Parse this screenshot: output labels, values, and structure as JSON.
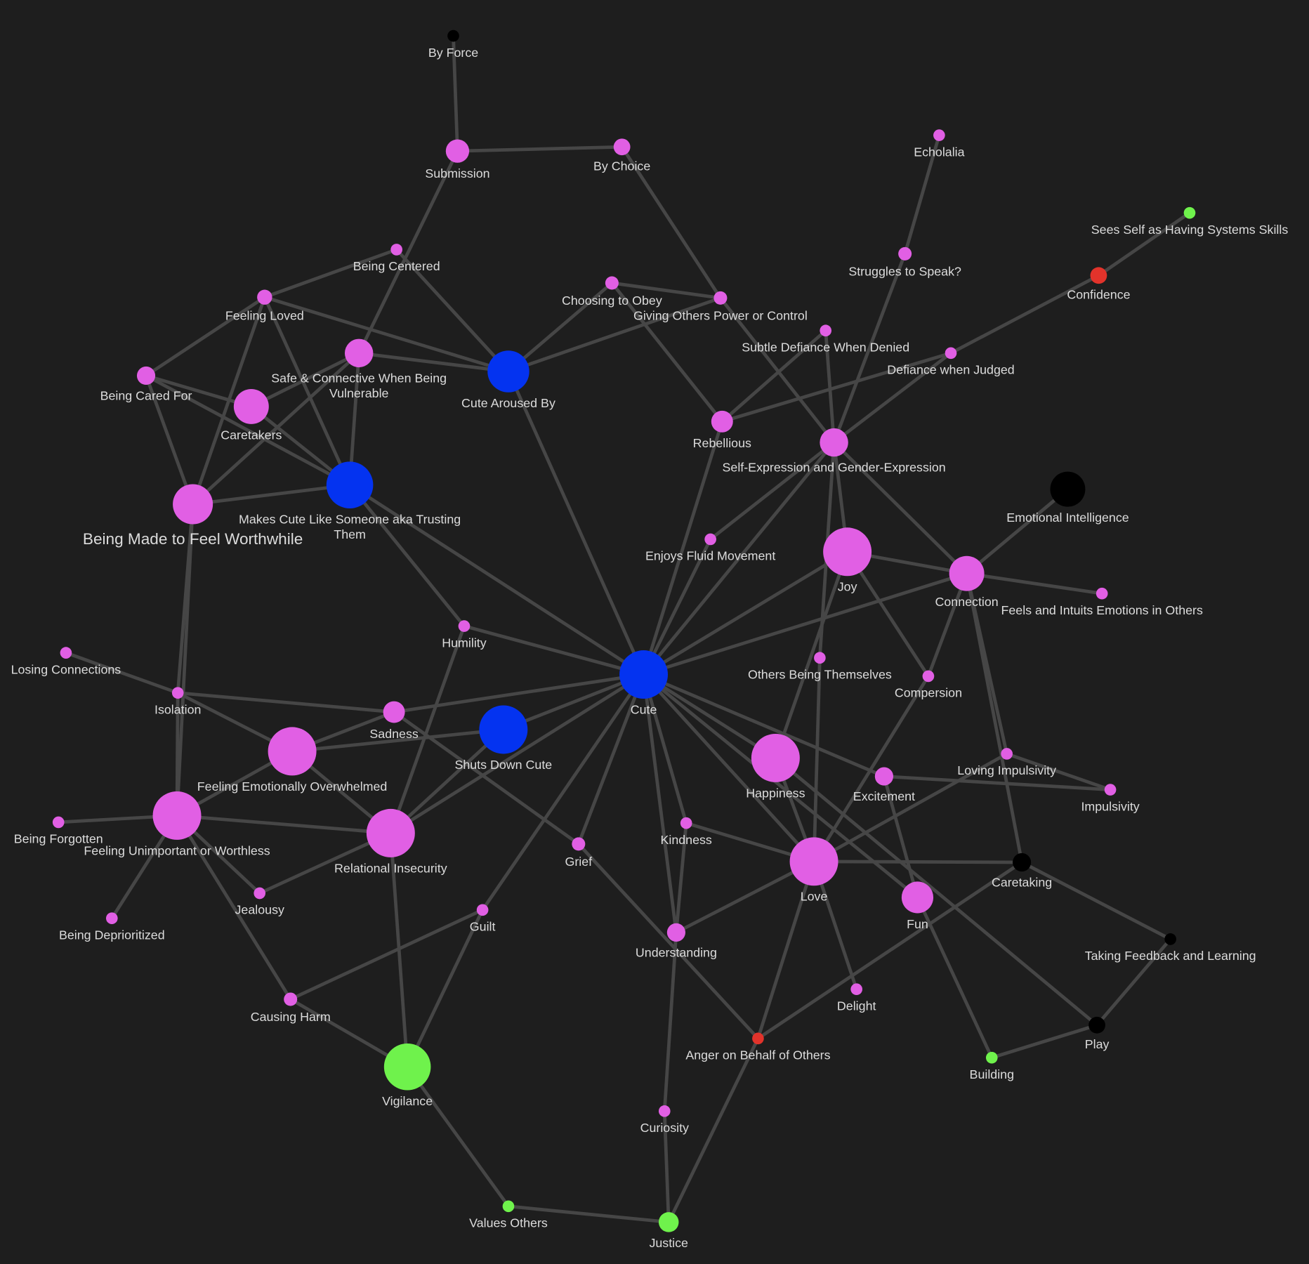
{
  "graph": {
    "colors": {
      "pink": "#e15fe4",
      "blue": "#0433f0",
      "green": "#6ff24c",
      "red": "#e2332b",
      "black": "#000000",
      "edge": "#464646",
      "label": "#dcdcdc",
      "background": "#1e1e1e"
    },
    "nodes": [
      {
        "id": "byforce",
        "label": "By Force",
        "color": "black"
      },
      {
        "id": "submission",
        "label": "Submission",
        "color": "pink"
      },
      {
        "id": "bychoice",
        "label": "By Choice",
        "color": "pink"
      },
      {
        "id": "echolalia",
        "label": "Echolalia",
        "color": "pink"
      },
      {
        "id": "seesself",
        "label": "Sees Self as Having Systems Skills",
        "color": "green"
      },
      {
        "id": "struggles",
        "label": "Struggles to Speak?",
        "color": "pink"
      },
      {
        "id": "confidence",
        "label": "Confidence",
        "color": "red"
      },
      {
        "id": "centered",
        "label": "Being Centered",
        "color": "pink"
      },
      {
        "id": "obey",
        "label": "Choosing to Obey",
        "color": "pink"
      },
      {
        "id": "giving",
        "label": "Giving Others Power or Control",
        "color": "pink"
      },
      {
        "id": "loved",
        "label": "Feeling Loved",
        "color": "pink"
      },
      {
        "id": "subtle",
        "label": "Subtle Defiance When Denied",
        "color": "pink"
      },
      {
        "id": "judged",
        "label": "Defiance when Judged",
        "color": "pink"
      },
      {
        "id": "safe",
        "label": "Safe & Connective When Being Vulnerable",
        "color": "pink"
      },
      {
        "id": "aroused",
        "label": "Cute Aroused By",
        "color": "blue"
      },
      {
        "id": "caredfor",
        "label": "Being Cared For",
        "color": "pink"
      },
      {
        "id": "caretakers",
        "label": "Caretakers",
        "color": "pink"
      },
      {
        "id": "rebellious",
        "label": "Rebellious",
        "color": "pink"
      },
      {
        "id": "selfexpr",
        "label": "Self-Expression and Gender-Expression",
        "color": "pink"
      },
      {
        "id": "emoint",
        "label": "Emotional Intelligence",
        "color": "black"
      },
      {
        "id": "makescute",
        "label": "Makes Cute Like Someone aka Trusting Them",
        "color": "blue"
      },
      {
        "id": "worthwhile",
        "label": "Being Made to Feel Worthwhile",
        "color": "pink"
      },
      {
        "id": "fluid",
        "label": "Enjoys Fluid Movement",
        "color": "pink"
      },
      {
        "id": "joy",
        "label": "Joy",
        "color": "pink"
      },
      {
        "id": "connection",
        "label": "Connection",
        "color": "pink"
      },
      {
        "id": "feels",
        "label": "Feels and Intuits Emotions in Others",
        "color": "pink"
      },
      {
        "id": "humility",
        "label": "Humility",
        "color": "pink"
      },
      {
        "id": "losing",
        "label": "Losing Connections",
        "color": "pink"
      },
      {
        "id": "others",
        "label": "Others Being Themselves",
        "color": "pink"
      },
      {
        "id": "cute",
        "label": "Cute",
        "color": "blue"
      },
      {
        "id": "compersion",
        "label": "Compersion",
        "color": "pink"
      },
      {
        "id": "isolation",
        "label": "Isolation",
        "color": "pink"
      },
      {
        "id": "sadness",
        "label": "Sadness",
        "color": "pink"
      },
      {
        "id": "shutsdown",
        "label": "Shuts Down Cute",
        "color": "blue"
      },
      {
        "id": "overwhelmed",
        "label": "Feeling Emotionally Overwhelmed",
        "color": "pink"
      },
      {
        "id": "happiness",
        "label": "Happiness",
        "color": "pink"
      },
      {
        "id": "lovimp",
        "label": "Loving Impulsivity",
        "color": "pink"
      },
      {
        "id": "excitement",
        "label": "Excitement",
        "color": "pink"
      },
      {
        "id": "impulsivity",
        "label": "Impulsivity",
        "color": "pink"
      },
      {
        "id": "unimportant",
        "label": "Feeling Unimportant or Worthless",
        "color": "pink"
      },
      {
        "id": "insecurity",
        "label": "Relational Insecurity",
        "color": "pink"
      },
      {
        "id": "forgotten",
        "label": "Being Forgotten",
        "color": "pink"
      },
      {
        "id": "kindness",
        "label": "Kindness",
        "color": "pink"
      },
      {
        "id": "grief",
        "label": "Grief",
        "color": "pink"
      },
      {
        "id": "love",
        "label": "Love",
        "color": "pink"
      },
      {
        "id": "caretaking",
        "label": "Caretaking",
        "color": "black"
      },
      {
        "id": "jealousy",
        "label": "Jealousy",
        "color": "pink"
      },
      {
        "id": "fun",
        "label": "Fun",
        "color": "pink"
      },
      {
        "id": "deprioritized",
        "label": "Being Deprioritized",
        "color": "pink"
      },
      {
        "id": "guilt",
        "label": "Guilt",
        "color": "pink"
      },
      {
        "id": "understanding",
        "label": "Understanding",
        "color": "pink"
      },
      {
        "id": "feedback",
        "label": "Taking Feedback and Learning",
        "color": "black"
      },
      {
        "id": "delight",
        "label": "Delight",
        "color": "pink"
      },
      {
        "id": "harm",
        "label": "Causing Harm",
        "color": "pink"
      },
      {
        "id": "play",
        "label": "Play",
        "color": "black"
      },
      {
        "id": "anger",
        "label": "Anger on Behalf of Others",
        "color": "red"
      },
      {
        "id": "building",
        "label": "Building",
        "color": "green"
      },
      {
        "id": "vigilance",
        "label": "Vigilance",
        "color": "green"
      },
      {
        "id": "curiosity",
        "label": "Curiosity",
        "color": "pink"
      },
      {
        "id": "values",
        "label": "Values Others",
        "color": "green"
      },
      {
        "id": "justice",
        "label": "Justice",
        "color": "green"
      }
    ],
    "edges": [
      [
        "byforce",
        "submission"
      ],
      [
        "submission",
        "bychoice"
      ],
      [
        "submission",
        "safe"
      ],
      [
        "centered",
        "loved"
      ],
      [
        "centered",
        "aroused"
      ],
      [
        "loved",
        "caredfor"
      ],
      [
        "loved",
        "worthwhile"
      ],
      [
        "loved",
        "makescute"
      ],
      [
        "loved",
        "aroused"
      ],
      [
        "safe",
        "aroused"
      ],
      [
        "safe",
        "caretakers"
      ],
      [
        "safe",
        "worthwhile"
      ],
      [
        "safe",
        "makescute"
      ],
      [
        "caredfor",
        "caretakers"
      ],
      [
        "caredfor",
        "makescute"
      ],
      [
        "caredfor",
        "worthwhile"
      ],
      [
        "caretakers",
        "makescute"
      ],
      [
        "aroused",
        "obey"
      ],
      [
        "aroused",
        "giving"
      ],
      [
        "aroused",
        "cute"
      ],
      [
        "obey",
        "giving"
      ],
      [
        "obey",
        "rebellious"
      ],
      [
        "bychoice",
        "giving"
      ],
      [
        "giving",
        "selfexpr"
      ],
      [
        "rebellious",
        "subtle"
      ],
      [
        "rebellious",
        "judged"
      ],
      [
        "rebellious",
        "cute"
      ],
      [
        "subtle",
        "selfexpr"
      ],
      [
        "struggles",
        "selfexpr"
      ],
      [
        "echolalia",
        "struggles"
      ],
      [
        "selfexpr",
        "judged"
      ],
      [
        "judged",
        "confidence"
      ],
      [
        "confidence",
        "seesself"
      ],
      [
        "selfexpr",
        "fluid"
      ],
      [
        "selfexpr",
        "cute"
      ],
      [
        "selfexpr",
        "joy"
      ],
      [
        "selfexpr",
        "connection"
      ],
      [
        "selfexpr",
        "others"
      ],
      [
        "others",
        "love"
      ],
      [
        "joy",
        "happiness"
      ],
      [
        "joy",
        "compersion"
      ],
      [
        "joy",
        "cute"
      ],
      [
        "joy",
        "connection"
      ],
      [
        "connection",
        "cute"
      ],
      [
        "fluid",
        "cute"
      ],
      [
        "makescute",
        "cute"
      ],
      [
        "makescute",
        "worthwhile"
      ],
      [
        "makescute",
        "humility"
      ],
      [
        "cute",
        "humility"
      ],
      [
        "cute",
        "sadness"
      ],
      [
        "cute",
        "shutsdown"
      ],
      [
        "cute",
        "insecurity"
      ],
      [
        "cute",
        "guilt"
      ],
      [
        "cute",
        "grief"
      ],
      [
        "cute",
        "understanding"
      ],
      [
        "cute",
        "kindness"
      ],
      [
        "cute",
        "love"
      ],
      [
        "cute",
        "happiness"
      ],
      [
        "cute",
        "excitement"
      ],
      [
        "cute",
        "fun"
      ],
      [
        "happiness",
        "love"
      ],
      [
        "happiness",
        "play"
      ],
      [
        "compersion",
        "love"
      ],
      [
        "compersion",
        "connection"
      ],
      [
        "excitement",
        "fun"
      ],
      [
        "excitement",
        "impulsivity"
      ],
      [
        "love",
        "lovimp"
      ],
      [
        "love",
        "caretaking"
      ],
      [
        "kindness",
        "love"
      ],
      [
        "kindness",
        "understanding"
      ],
      [
        "grief",
        "sadness"
      ],
      [
        "grief",
        "anger"
      ],
      [
        "love",
        "understanding"
      ],
      [
        "love",
        "delight"
      ],
      [
        "love",
        "anger"
      ],
      [
        "shutsdown",
        "overwhelmed"
      ],
      [
        "shutsdown",
        "insecurity"
      ],
      [
        "connection",
        "emoint"
      ],
      [
        "connection",
        "feels"
      ],
      [
        "connection",
        "lovimp"
      ],
      [
        "connection",
        "caretaking"
      ],
      [
        "lovimp",
        "impulsivity"
      ],
      [
        "caretaking",
        "feedback"
      ],
      [
        "caretaking",
        "anger"
      ],
      [
        "fun",
        "building"
      ],
      [
        "building",
        "play"
      ],
      [
        "play",
        "feedback"
      ],
      [
        "losing",
        "isolation"
      ],
      [
        "isolation",
        "sadness"
      ],
      [
        "isolation",
        "overwhelmed"
      ],
      [
        "isolation",
        "unimportant"
      ],
      [
        "isolation",
        "worthwhile"
      ],
      [
        "worthwhile",
        "unimportant"
      ],
      [
        "sadness",
        "overwhelmed"
      ],
      [
        "humility",
        "insecurity"
      ],
      [
        "overwhelmed",
        "insecurity"
      ],
      [
        "overwhelmed",
        "unimportant"
      ],
      [
        "unimportant",
        "insecurity"
      ],
      [
        "unimportant",
        "forgotten"
      ],
      [
        "unimportant",
        "deprioritized"
      ],
      [
        "unimportant",
        "jealousy"
      ],
      [
        "unimportant",
        "harm"
      ],
      [
        "jealousy",
        "insecurity"
      ],
      [
        "insecurity",
        "vigilance"
      ],
      [
        "guilt",
        "harm"
      ],
      [
        "guilt",
        "vigilance"
      ],
      [
        "harm",
        "vigilance"
      ],
      [
        "vigilance",
        "values"
      ],
      [
        "values",
        "justice"
      ],
      [
        "curiosity",
        "justice"
      ],
      [
        "understanding",
        "curiosity"
      ],
      [
        "justice",
        "anger"
      ]
    ]
  }
}
